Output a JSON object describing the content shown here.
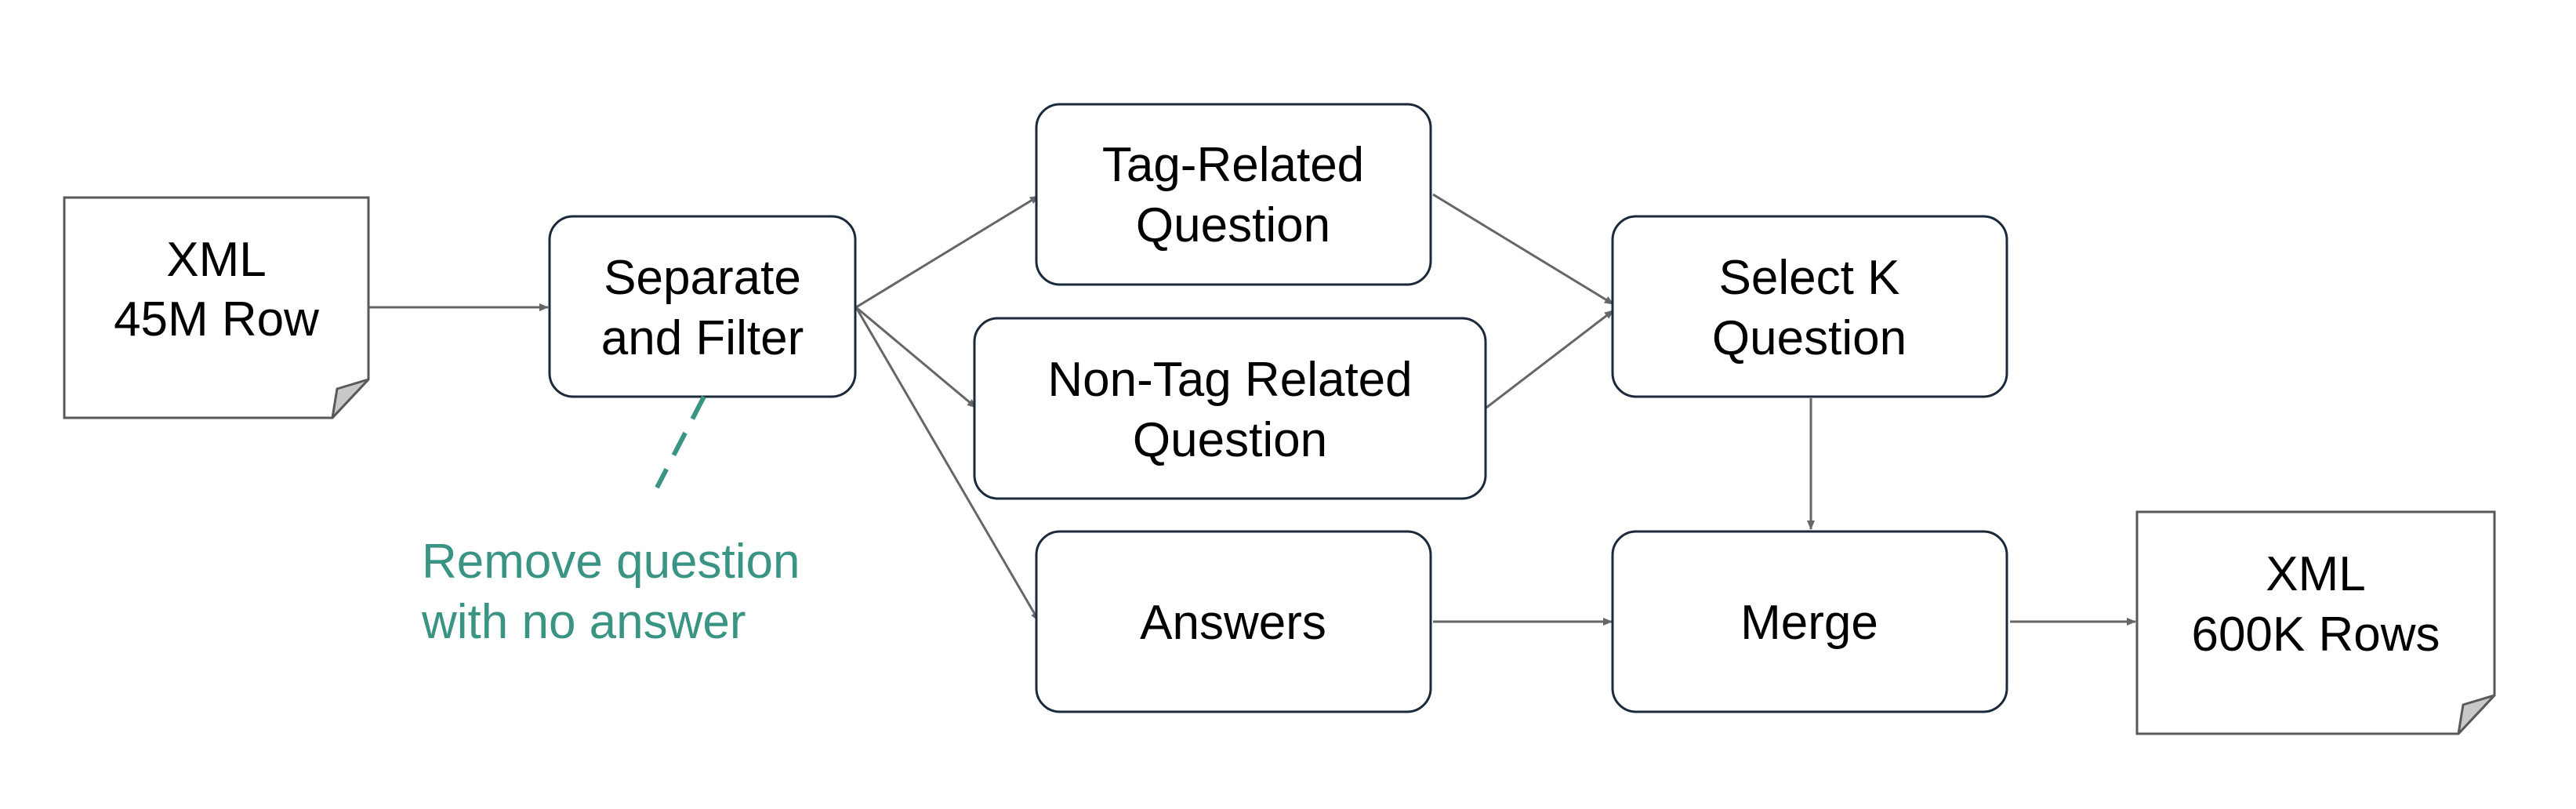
{
  "nodes": {
    "xml_input": {
      "line1": "XML",
      "line2": "45M Row"
    },
    "separate_filter": {
      "line1": "Separate",
      "line2": "and Filter"
    },
    "tag_related": {
      "line1": "Tag-Related",
      "line2": "Question"
    },
    "non_tag_related": {
      "line1": "Non-Tag Related",
      "line2": "Question"
    },
    "answers": {
      "label": "Answers"
    },
    "select_k": {
      "line1": "Select K",
      "line2": "Question"
    },
    "merge": {
      "label": "Merge"
    },
    "xml_output": {
      "line1": "XML",
      "line2": "600K Rows"
    }
  },
  "annotation": {
    "line1": "Remove question",
    "line2": "with no answer"
  },
  "colors": {
    "annotation": "#3a9484",
    "box_stroke": "#1b2a3a",
    "arrow": "#666666",
    "doc_fold": "#c8c8c8"
  }
}
